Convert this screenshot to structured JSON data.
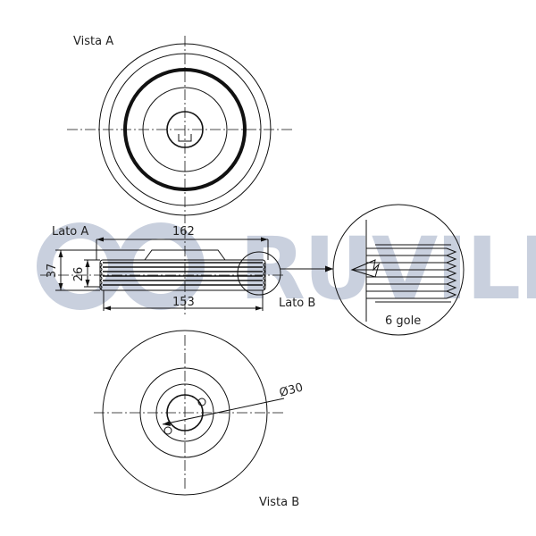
{
  "watermark": {
    "text": "RUVILLE",
    "color": "#c9d0de"
  },
  "views": {
    "vista_a": "Vista A",
    "vista_b": "Vista B",
    "lato_a": "Lato A",
    "lato_b": "Lato B"
  },
  "dimensions": {
    "d162": "162",
    "d153": "153",
    "d37": "37",
    "d26": "26",
    "d30": "Ø30"
  },
  "detail": {
    "grooves": "6 gole"
  }
}
